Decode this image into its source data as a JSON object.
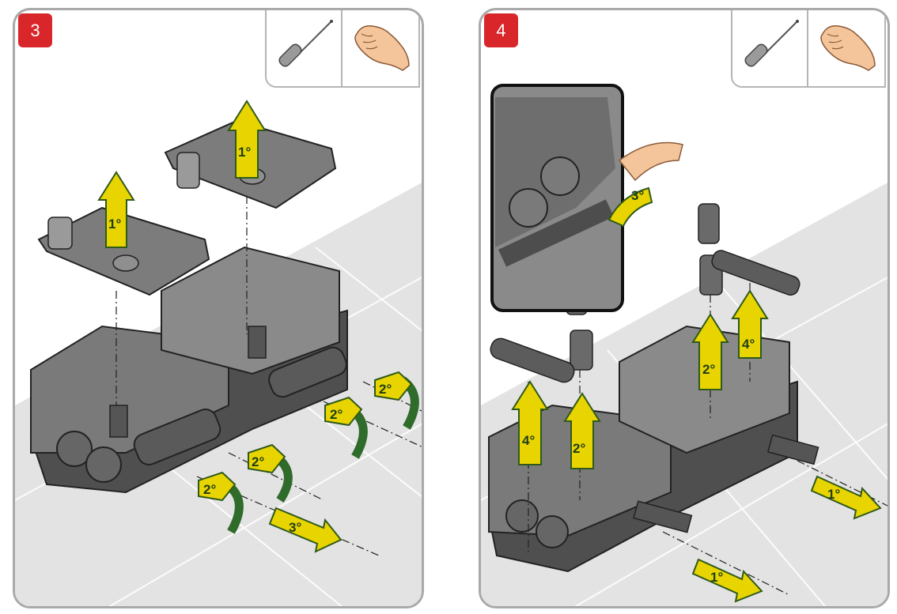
{
  "panels": [
    {
      "step": "3",
      "tools": [
        "screwdriver-icon",
        "hand-icon"
      ],
      "arrows": [
        {
          "label": "1°",
          "kind": "lift"
        },
        {
          "label": "1°",
          "kind": "lift"
        },
        {
          "label": "2°",
          "kind": "rotate"
        },
        {
          "label": "2°",
          "kind": "rotate"
        },
        {
          "label": "2°",
          "kind": "rotate"
        },
        {
          "label": "2°",
          "kind": "rotate"
        },
        {
          "label": "3°",
          "kind": "pull"
        }
      ]
    },
    {
      "step": "4",
      "tools": [
        "screwdriver-icon",
        "hand-icon"
      ],
      "arrows": [
        {
          "label": "3°",
          "kind": "rotate"
        },
        {
          "label": "4°",
          "kind": "lift"
        },
        {
          "label": "2°",
          "kind": "lift"
        },
        {
          "label": "2°",
          "kind": "lift"
        },
        {
          "label": "4°",
          "kind": "lift"
        },
        {
          "label": "1°",
          "kind": "pull"
        },
        {
          "label": "1°",
          "kind": "pull"
        }
      ]
    }
  ],
  "colors": {
    "step_badge": "#d9262b",
    "arrow_fill": "#e8d400",
    "arrow_stroke": "#2f5a1a",
    "rotate_band": "#2f6b2a",
    "floor_light": "#e3e3e3",
    "floor_dark": "#c9c9c9",
    "housing": "#6d6d6d",
    "panel_border": "#a9a9a9"
  }
}
